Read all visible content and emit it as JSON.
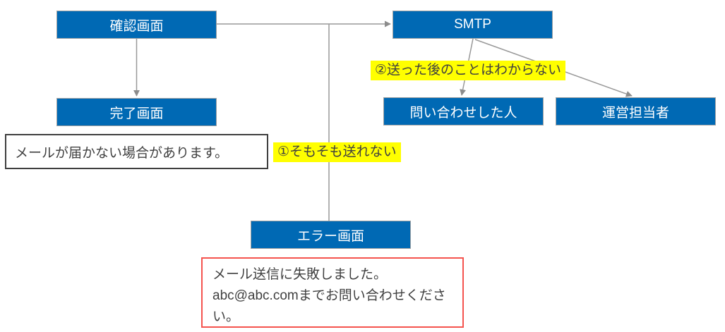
{
  "nodes": {
    "confirm": {
      "label": "確認画面"
    },
    "complete": {
      "label": "完了画面"
    },
    "smtp": {
      "label": "SMTP"
    },
    "inquirer": {
      "label": "問い合わせした人"
    },
    "operator": {
      "label": "運営担当者"
    },
    "error": {
      "label": "エラー画面"
    }
  },
  "notes": {
    "undelivered": {
      "text": "メールが届かない場合があります。"
    },
    "send_failed": {
      "line1": "メール送信に失敗しました。",
      "line2": "abc@abc.comまでお問い合わせください。"
    }
  },
  "annotations": {
    "cannot_send": {
      "text": "①そもそも送れない"
    },
    "unknown_after_send": {
      "text": "②送った後のことはわからない"
    }
  },
  "colors": {
    "node_fill": "#0069B4",
    "node_text": "#FFFFFF",
    "node_border": "#A3A3A3",
    "connector": "#999999",
    "highlight": "#FFFF00",
    "text_dark": "#404040",
    "note_border": "#3F3F3F",
    "alert_border": "#F5534E",
    "background": "#FFFFFF"
  }
}
